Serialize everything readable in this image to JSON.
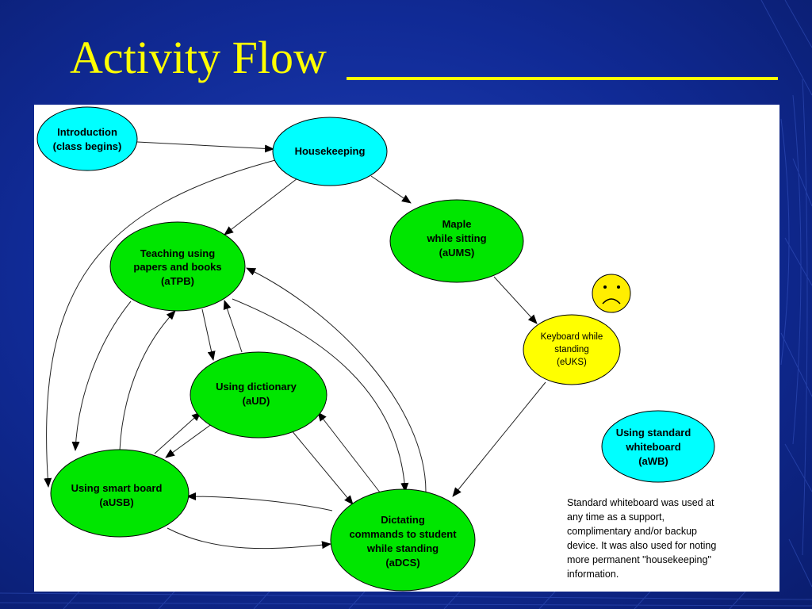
{
  "slide": {
    "title": "Activity Flow",
    "background_color": "#102a95",
    "title_color": "#ffff00"
  },
  "colors": {
    "start_node": "#00ffff",
    "activity_node": "#00e600",
    "problem_node": "#ffff00",
    "optional_node": "#00ffff",
    "smiley_face": "#ffee00"
  },
  "nodes": {
    "intro": {
      "lines": [
        "Introduction",
        "(class begins)"
      ]
    },
    "housekeeping": {
      "lines": [
        "Housekeeping"
      ]
    },
    "maple": {
      "lines": [
        "Maple",
        "while sitting",
        "(aUMS)"
      ]
    },
    "teaching": {
      "lines": [
        "Teaching using",
        "papers and books",
        "(aTPB)"
      ]
    },
    "dictionary": {
      "lines": [
        "Using dictionary",
        "(aUD)"
      ]
    },
    "keyboard": {
      "lines": [
        "Keyboard while",
        "standing",
        "(eUKS)"
      ]
    },
    "smartboard": {
      "lines": [
        "Using smart board",
        "(aUSB)"
      ]
    },
    "dictating": {
      "lines": [
        "Dictating",
        "commands to student",
        "while standing",
        "(aDCS)"
      ]
    },
    "whiteboard": {
      "lines": [
        "Using standard",
        "whiteboard",
        "(aWB)"
      ]
    }
  },
  "face_icon": "sad-face-icon",
  "note": {
    "lines": [
      "Standard whiteboard was used at",
      "any time as a support,",
      "complimentary and/or backup",
      "device.  It was also used for noting",
      "more permanent \"housekeeping\"",
      "information."
    ]
  }
}
